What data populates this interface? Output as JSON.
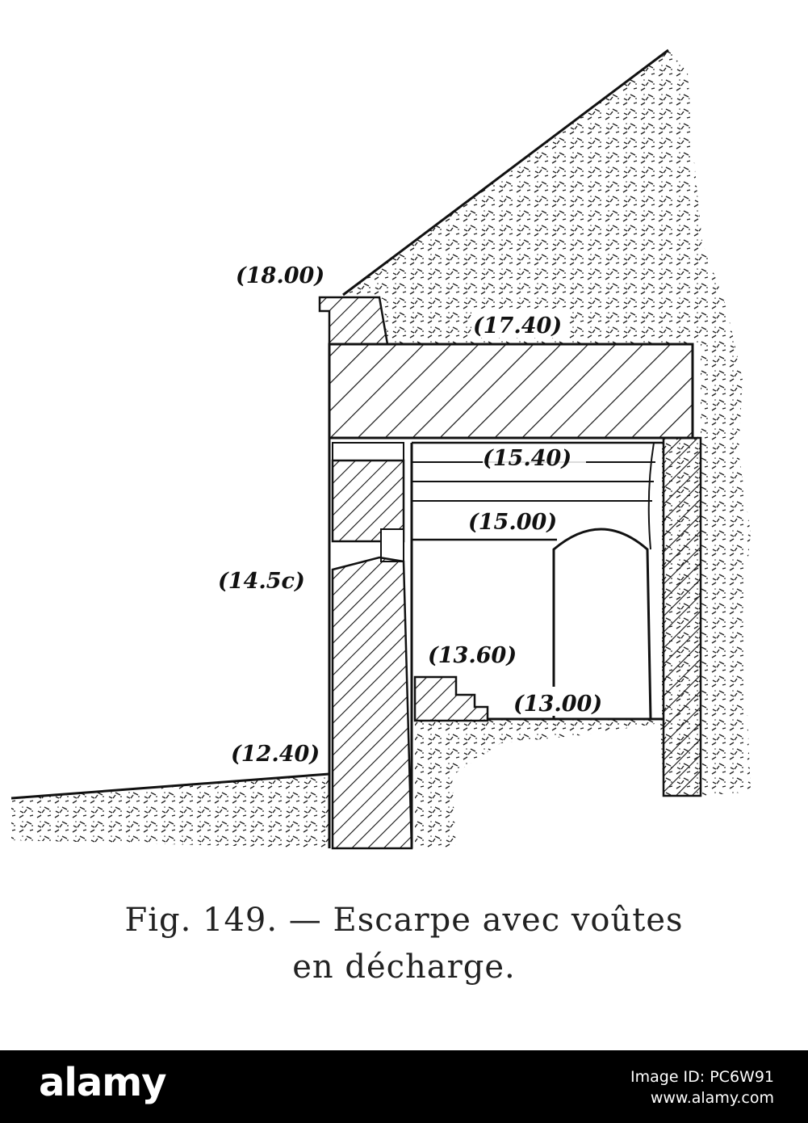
{
  "figure": {
    "elevations": {
      "top_slope": "(18.00)",
      "behind_slab": "(17.40)",
      "gallery_ceiling": "(15.40)",
      "arch_springing": "(15.00)",
      "loophole": "(14.5c)",
      "step": "(13.60)",
      "floor": "(13.00)",
      "ditch": "(12.40)"
    },
    "caption": {
      "line1": "Fig. 149. — Escarpe avec voûtes",
      "line2": "en décharge."
    }
  },
  "watermark": {
    "logo": "alamy",
    "image_id_label": "Image ID: PC6W91",
    "site": "www.alamy.com"
  },
  "colors": {
    "ink": "#111111",
    "background": "#ffffff",
    "stock_bar": "#000000"
  }
}
